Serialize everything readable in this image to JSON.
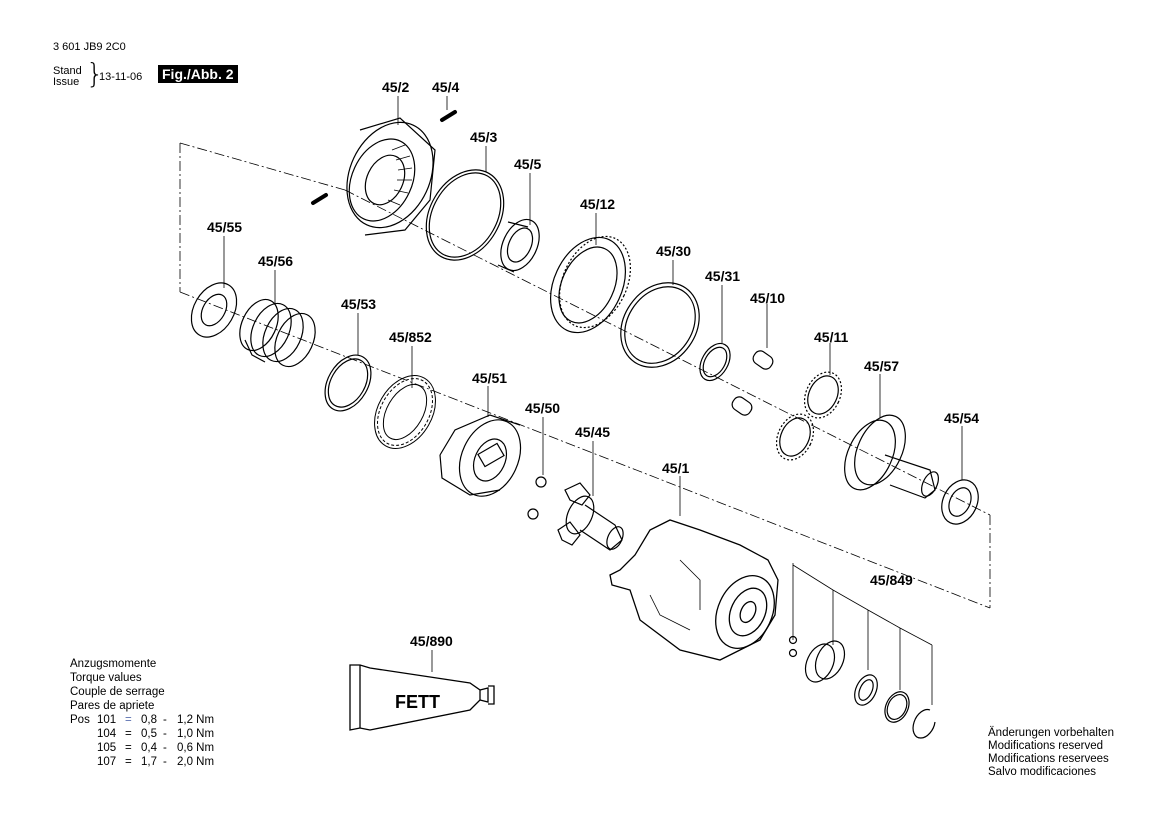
{
  "header": {
    "doc_number": "3 601 JB9 2C0",
    "stand": "Stand",
    "issue": "Issue",
    "date": "13-11-06",
    "figure": "Fig./Abb. 2"
  },
  "parts": {
    "p45_2": "45/2",
    "p45_4": "45/4",
    "p45_3": "45/3",
    "p45_5": "45/5",
    "p45_12": "45/12",
    "p45_55": "45/55",
    "p45_56": "45/56",
    "p45_30": "45/30",
    "p45_31": "45/31",
    "p45_10": "45/10",
    "p45_53": "45/53",
    "p45_852": "45/852",
    "p45_11": "45/11",
    "p45_57": "45/57",
    "p45_51": "45/51",
    "p45_50": "45/50",
    "p45_45": "45/45",
    "p45_54": "45/54",
    "p45_1": "45/1",
    "p45_849": "45/849",
    "p45_890": "45/890"
  },
  "grease_label": "FETT",
  "torque": {
    "title_de": "Anzugsmomente",
    "title_en": "Torque values",
    "title_fr": "Couple de serrage",
    "title_es": "Pares de apriete",
    "pos_label": "Pos",
    "rows": [
      {
        "pos": "101",
        "eq": "=",
        "min": "0,8",
        "dash": "-",
        "max": "1,2 Nm"
      },
      {
        "pos": "104",
        "eq": "=",
        "min": "0,5",
        "dash": "-",
        "max": "1,0 Nm"
      },
      {
        "pos": "105",
        "eq": "=",
        "min": "0,4",
        "dash": "-",
        "max": "0,6 Nm"
      },
      {
        "pos": "107",
        "eq": "=",
        "min": "1,7",
        "dash": "-",
        "max": "2,0 Nm"
      }
    ]
  },
  "notice": {
    "de": "Änderungen vorbehalten",
    "en": "Modifications reserved",
    "fr": "Modifications reservees",
    "es": "Salvo modificaciones"
  }
}
